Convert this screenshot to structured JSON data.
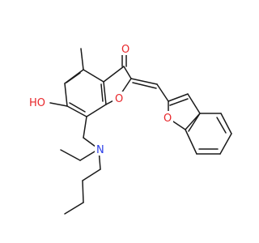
{
  "molecule": {
    "description_visible": "",
    "atoms": {
      "carbonyl_oxygen": "O",
      "furanone_oxygen": "O",
      "hydroxyl": "HO",
      "amine_nitrogen": "N",
      "benzofuran_oxygen": "O"
    },
    "colors": {
      "bond": "#1a1a1a",
      "oxygen": "#e8262a",
      "nitrogen": "#2a3ee8",
      "background": "#ffffff"
    }
  }
}
